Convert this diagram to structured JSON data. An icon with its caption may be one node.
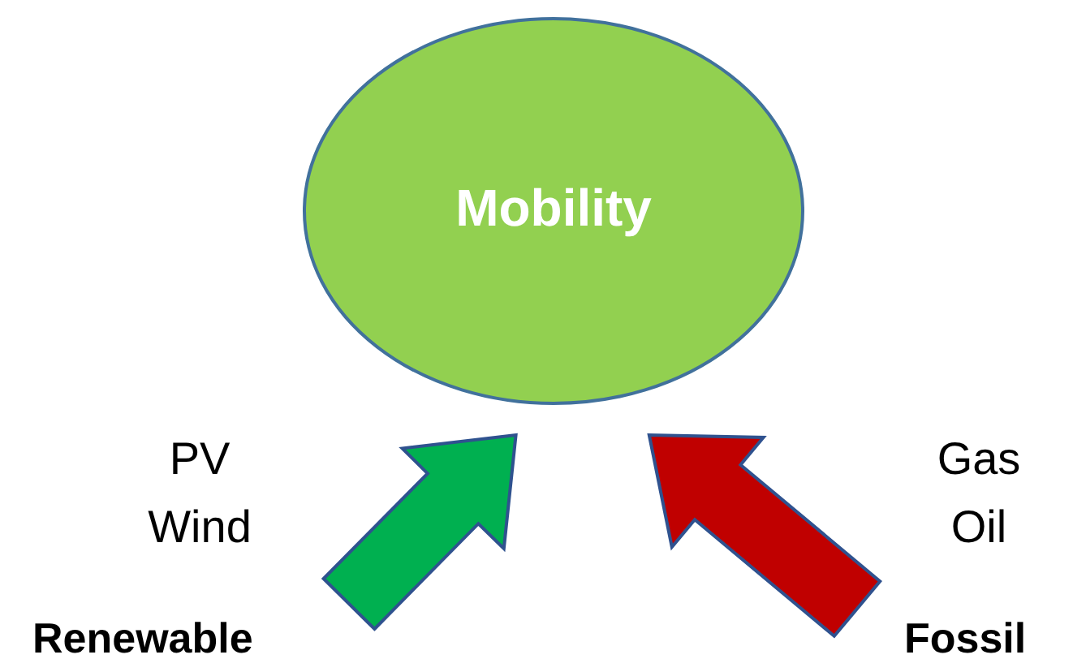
{
  "diagram": {
    "nodes": [
      {
        "text": [
          "Mobility"
        ]
      },
      {
        "text": [
          "PV Wind",
          "Renewable"
        ]
      },
      {
        "text": [
          "Gas Oil",
          "Fossil"
        ]
      }
    ],
    "edges": [
      {
        "from": 1,
        "to": 0,
        "arrow": "to",
        "style": "thick",
        "color": "#00b050"
      },
      {
        "from": 2,
        "to": 0,
        "arrow": "to",
        "style": "thick",
        "color": "#c00000"
      }
    ]
  }
}
